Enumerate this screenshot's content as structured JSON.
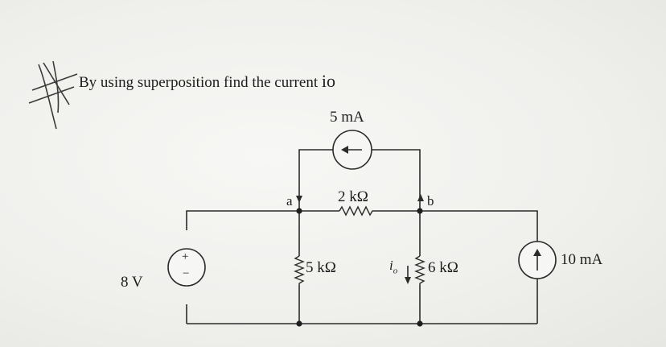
{
  "problem": {
    "text": "By using superposition find the current ",
    "current_symbol": "io"
  },
  "labels": {
    "source_5mA": "5 mA",
    "r_2k": "2 kΩ",
    "r_5k": "5 kΩ",
    "r_6k": "6 kΩ",
    "source_10mA": "10 mA",
    "source_8V": "8 V",
    "node_a": "a",
    "node_b": "b",
    "current_io_i": "i",
    "current_io_sub": "o",
    "plus": "+",
    "minus": "−"
  },
  "icons": {
    "annotation": "hand-drawn-cross-mark-icon",
    "current_source_left": "arrow-left-icon",
    "current_source_up": "arrow-up-icon",
    "voltage_source": "plus-minus-icon"
  },
  "colors": {
    "ink": "#1d1d1d",
    "paper": "#f1f1ef"
  }
}
